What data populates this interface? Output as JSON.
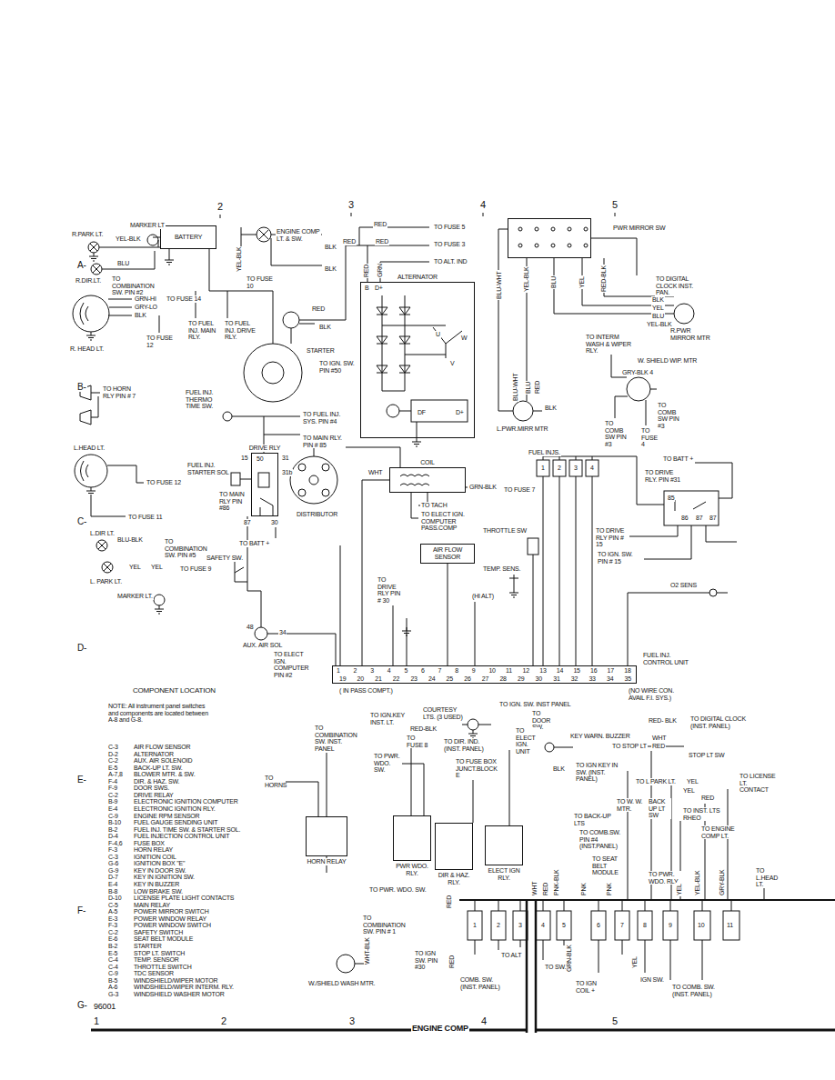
{
  "diagram": {
    "nodes": [
      {
        "text": [
          "BATTERY"
        ]
      },
      {
        "text": [
          "ALTERNATOR"
        ]
      },
      {
        "text": [
          "PWR MIRROR SW"
        ]
      },
      {
        "text": [
          "COIL"
        ]
      },
      {
        "text": [
          "AIR FLOW SENSOR"
        ]
      },
      {
        "text": [
          "DRIVE RLY"
        ]
      },
      {
        "text": [
          "FUEL INJ. CONTROL UNIT"
        ]
      },
      {
        "text": [
          "HORN RELAY"
        ]
      },
      {
        "text": [
          "PWR WDO. RLY."
        ]
      },
      {
        "text": [
          "DIR & HAZ. RLY."
        ]
      },
      {
        "text": [
          "ELECT IGN RLY."
        ]
      }
    ],
    "edges": [
      {
        "from": 4,
        "to": 6,
        "arrow": "none"
      },
      {
        "from": 3,
        "to": 6,
        "arrow": "none"
      }
    ],
    "labels": [
      "2",
      "3",
      "4",
      "5",
      "MARKER LT",
      "R.PARK LT.",
      "YEL-BLK",
      "A-",
      "BLU",
      "R.DIR.LT.",
      "TO COMBINATION SW. PIN #2",
      "GRN-HI",
      "TO FUSE 14",
      "GRY-LO",
      "BLK",
      "TO FUSE 12",
      "R. HEAD LT.",
      "ENGINE COMP LT. & SW.",
      "BLK",
      "BLK",
      "YEL-BLK",
      "TO FUSE 10",
      "TO FUEL INJ. MAIN RLY.",
      "TO FUEL INJ. DRIVE RLY.",
      "STARTER",
      "RED",
      "BLK",
      "TO IGN. SW. PIN #50",
      "RED",
      "TO FUSE 5",
      "RED",
      "RED",
      "TO FUSE 3",
      "TO ALT. IND",
      "RED",
      "GRN",
      "B",
      "D+",
      "U",
      "W",
      "V",
      "DF",
      "D+",
      "BLU-WHT",
      "YEL-BLK",
      "BLU",
      "YEL",
      "RED-BLK",
      "TO DIGITAL CLOCK INST. PAN.",
      "BLK",
      "YEL",
      "BLU",
      "YEL-BLK",
      "R.PWR MIRROR MTR",
      "TO INTERM WASH & WIPER RLY.",
      "W. SHIELD WIP. MTR",
      "GRY-BLK 4",
      "TO COMB SW PIN #3",
      "TO COMB SW PIN #3",
      "TO FUSE 4",
      "BLU-WHT",
      "BLU",
      "RED",
      "L.PWR.MIRR MTR",
      "BLK",
      "B-",
      "TO HORN RLY PIN # 7",
      "FUEL INJ. THERMO TIME SW.",
      "TO FUEL INJ. SYS. PIN #4",
      "TO MAIN RLY. PIN # 85",
      "L.HEAD LT.",
      "FUEL INJ. STARTER SOL",
      "50",
      "15",
      "31",
      "31b",
      "87",
      "30",
      "TO MAIN RLY PIN #86",
      "TO FUSE 12",
      "TO FUSE 11",
      "C-",
      "DISTRIBUTOR",
      "WHT",
      "GRN-BLK",
      "TO FUSE 7",
      "TO TACH",
      "TO ELECT IGN. COMPUTER PASS.COMP",
      "L.DIR LT.",
      "BLU-BLK",
      "TO COMBINATION SW. PIN #5",
      "TO BATT +",
      "SAFETY SW.",
      "YEL",
      "YEL",
      "TO FUSE 9",
      "L. PARK LT.",
      "MARKER LT.",
      "48",
      "34",
      "AUX. AIR SOL",
      "TO ELECT IGN. COMPUTER PIN #2",
      "D-",
      "FUEL INJS.",
      "1",
      "2",
      "3",
      "4",
      "TO BATT +",
      "TO DRIVE RLY. PIN #31",
      "85",
      "86",
      "87",
      "87",
      "TO DRIVE RLY PIN # 15",
      "TO IGN. SW. PIN # 15",
      "THROTTLE SW",
      "TEMP. SENS.",
      "O2 SENS",
      "TO DRIVE RLY PIN # 30",
      "(HI ALT)",
      "(NO WIRE CON. AVAIL F.I. SYS.)",
      "1",
      "2",
      "3",
      "4",
      "5",
      "6",
      "7",
      "8",
      "9",
      "10",
      "11",
      "12",
      "13",
      "14",
      "15",
      "16",
      "17",
      "18",
      "19",
      "20",
      "21",
      "22",
      "23",
      "24",
      "25",
      "26",
      "27",
      "28",
      "29",
      "30",
      "31",
      "32",
      "33",
      "34",
      "35",
      "( IN PASS COMPT.)",
      "COMPONENT LOCATION",
      "NOTE: All instrument panel switches and components are located between A-8 and G-8.",
      "C-3",
      "AIR FLOW SENSOR",
      "D-2",
      "ALTERNATOR",
      "C-2",
      "AUX. AIR SOLENOID",
      "E-5",
      "BACK-UP LT. SW.",
      "A-7,8",
      "BLOWER MTR. & SW.",
      "F-4",
      "DIR. & HAZ. SW.",
      "F-9",
      "DOOR SWS.",
      "C-2",
      "DRIVE RELAY",
      "B-9",
      "ELECTRONIC IGNITION COMPUTER",
      "E-4",
      "ELECTRONIC IGNITION RLY.",
      "C-9",
      "ENGINE RPM SENSOR",
      "B-10",
      "FUEL GAUGE SENDING UNIT",
      "B-2",
      "FUEL INJ. TIME SW. & STARTER SOL.",
      "D-4",
      "FUEL INJECTION CONTROL UNIT",
      "F-4,6",
      "FUSE BOX",
      "F-3",
      "HORN RELAY",
      "C-3",
      "IGNITION COIL",
      "G-6",
      "IGNITION BOX \"E\"",
      "G-9",
      "KEY IN DOOR SW.",
      "D-7",
      "KEY IN IGNITION SW.",
      "E-4",
      "KEY IN BUZZER",
      "B-8",
      "LOW BRAKE SW.",
      "D-10",
      "LICENSE PLATE LIGHT CONTACTS",
      "C-5",
      "MAIN RELAY",
      "A-5",
      "POWER MIRROR SWITCH",
      "E-3",
      "POWER WINDOW RELAY",
      "F-3",
      "POWER WINDOW SWITCH",
      "C-2",
      "SAFETY SWITCH",
      "E-6",
      "SEAT BELT MODULE",
      "B-2",
      "STARTER",
      "E-5",
      "STOP LT. SWITCH",
      "C-4",
      "TEMP. SENSOR",
      "C-4",
      "THROTTLE SWITCH",
      "C-9",
      "TDC SENSOR",
      "B-5",
      "WINDSHIELD/WIPER MOTOR",
      "A-6",
      "WINDSHIELD/WIPER INTERM. RLY.",
      "G-3",
      "WINDSHIELD WASHER MOTOR",
      "E-",
      "F-",
      "G-",
      "COURTESY LTS. (3 USED)",
      "TO IGN. SW. INST PANEL",
      "TO IGN.KEY INST. LT.",
      "RED-BLK",
      "TO DOOR SW.",
      "RED- BLK",
      "TO DIGITAL CLOCK (INST. PANEL)",
      "TO COMBINATION SW. INST. PANEL",
      "TO FUSE 8",
      "TO DIR. IND. (INST. PANEL)",
      "TO ELECT IGN. UNIT",
      "WHT",
      "RED",
      "TO STOP LT",
      "STOP LT SW",
      "KEY WARN. BUZZER",
      "TO PWR. WDO. SW.",
      "TO FUSE BOX JUNCT.BLOCK E",
      "BLK",
      "TO IGN KEY IN SW. (INST. PANEL)",
      "TO HORNS",
      "TO L PARK LT.",
      "YEL",
      "TO LICENSE LT. CONTACT",
      "TO W. W. MTR.",
      "BACK UP LT SW",
      "YEL",
      "RED",
      "TO INST. LTS RHEO",
      "TO BACK-UP LTS",
      "TO COMB.SW. PIN #4 (INST.PANEL)",
      "TO ENGINE COMP LT.",
      "TO SEAT BELT MODULE",
      "TO PWR. WDO. RLY.",
      "TO L.HEAD LT.",
      "WHT",
      "RED",
      "PNK-BLK",
      "PNK",
      "PNK",
      "YEL",
      "YEL-BLK",
      "GRY-BLK",
      "RED",
      "TO PWR. WDO. SW.",
      "1",
      "2",
      "3",
      "4",
      "5",
      "6",
      "7",
      "8",
      "9",
      "10",
      "11",
      "TO COMBINATION SW. PIN # 1",
      "WHT-BLK",
      "TO IGN SW. PIN #30",
      "W./SHIELD WASH MTR.",
      "RED",
      "COMB. SW. (INST. PANEL)",
      "TO ALT",
      "TO SW.",
      "GRN-BLK",
      "TO IGN COIL +",
      "YEL",
      "IGN SW.",
      "TO COMB. SW. (INST. PANEL)",
      "96001",
      "1",
      "2",
      "3",
      "4",
      "5",
      "ENGINE COMP"
    ]
  }
}
